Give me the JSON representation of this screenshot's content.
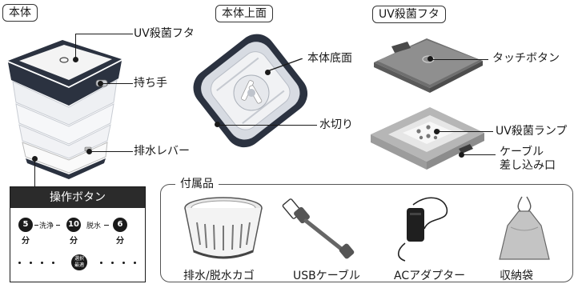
{
  "sections": {
    "body": "本体",
    "body_top": "本体上面",
    "uv_lid": "UV殺菌フタ"
  },
  "callouts": {
    "uv_lid": "UV殺菌フタ",
    "handle": "持ち手",
    "drain_lever": "排水レバー",
    "body_bottom": "本体底面",
    "water_cutter": "水切り",
    "touch_button": "タッチボタン",
    "uv_lamp": "UV殺菌ランプ",
    "cable_port_line1": "ケーブル",
    "cable_port_line2": "差し込み口"
  },
  "operation_panel": {
    "title": "操作ボタン",
    "wash_minutes": [
      "5",
      "10",
      "6"
    ],
    "unit": "分",
    "wash_label": "洗浄",
    "spin_label": "脱水",
    "select_line1": "選択",
    "select_line2": "最適"
  },
  "accessories": {
    "title": "付属品",
    "items": [
      "排水/脱水カゴ",
      "USBケーブル",
      "ACアダプター",
      "収納袋"
    ]
  },
  "colors": {
    "body_navy": "#2b3240",
    "lid_white": "#f4f4f4",
    "gray_pad": "#8a8a8a",
    "lamp_gray": "#d5d5d5"
  }
}
